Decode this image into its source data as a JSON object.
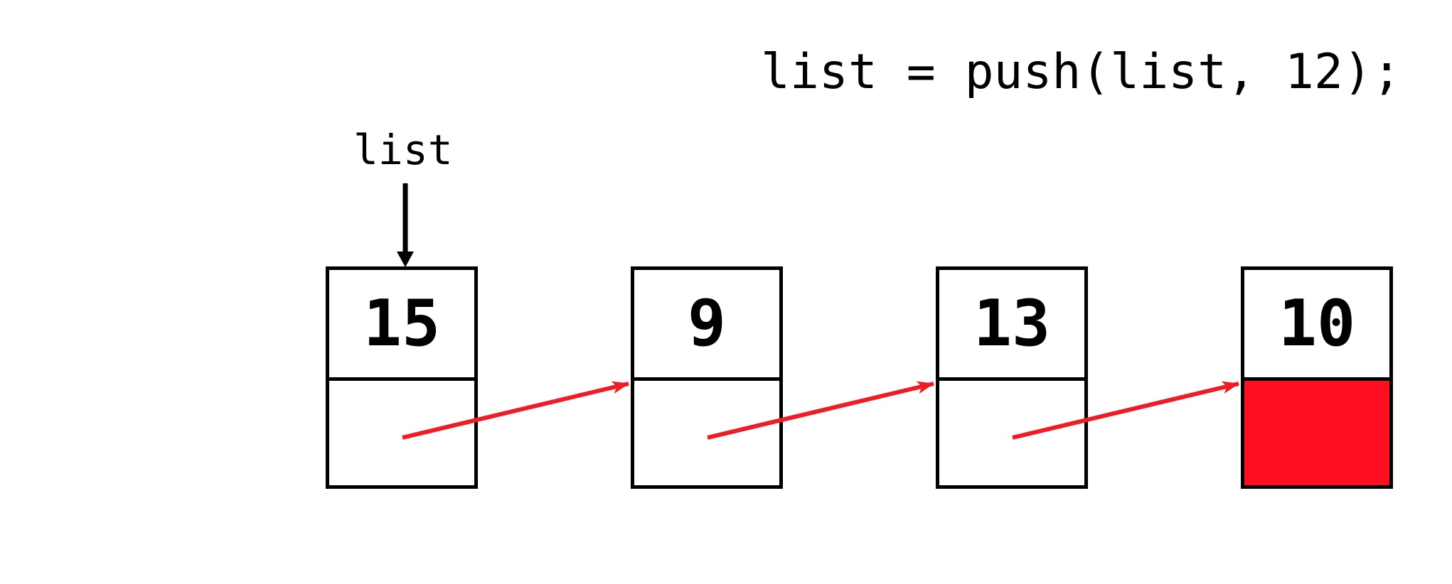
{
  "code": {
    "statement": "list = push(list, 12);"
  },
  "pointer": {
    "label": "list"
  },
  "nodes": [
    {
      "value": "15",
      "next_is_null": false
    },
    {
      "value": "9",
      "next_is_null": false
    },
    {
      "value": "13",
      "next_is_null": false
    },
    {
      "value": "10",
      "next_is_null": true
    }
  ],
  "colors": {
    "link_arrow": "#ee1c25",
    "null_fill": "#ff0e1f",
    "outline": "#000000"
  }
}
